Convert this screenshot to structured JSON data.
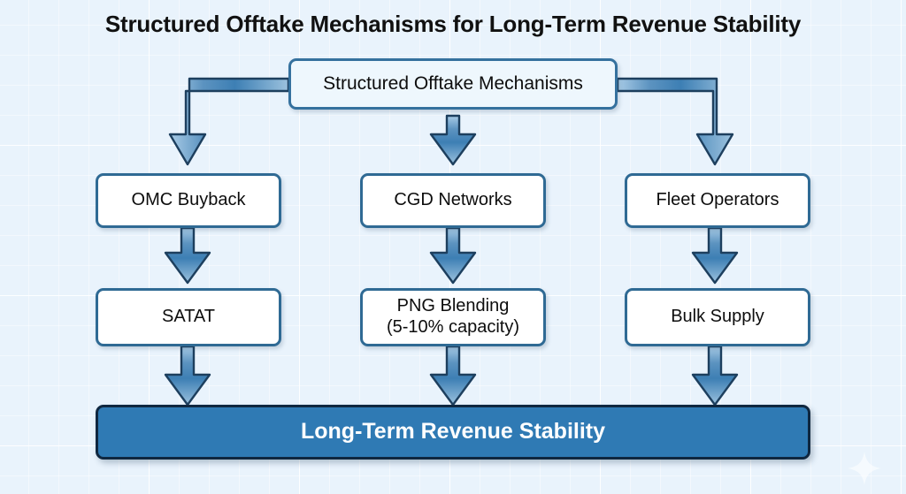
{
  "diagram": {
    "title": "Structured Offtake Mechanisms for Long-Term Revenue Stability",
    "type": "flowchart",
    "root": {
      "label": "Structured Offtake Mechanisms"
    },
    "branches": [
      {
        "column": "left",
        "stage1": "OMC Buyback",
        "stage2_line1": "SATAT",
        "stage2_line2": ""
      },
      {
        "column": "center",
        "stage1": "CGD Networks",
        "stage2_line1": "PNG Blending",
        "stage2_line2": "(5-10% capacity)"
      },
      {
        "column": "right",
        "stage1": "Fleet Operators",
        "stage2_line1": "Bulk Supply",
        "stage2_line2": ""
      }
    ],
    "outcome": {
      "label": "Long-Term Revenue Stability"
    },
    "colors": {
      "background": "#e9f3fc",
      "grid_line": "#ffffff",
      "node_border": "#2f6a94",
      "root_fill": "#eef7fd",
      "node_fill": "#ffffff",
      "banner_fill": "#2f7ab4",
      "banner_border": "#0f2740",
      "banner_text": "#ffffff",
      "arrow_fill": "#3d7fb4",
      "arrow_stroke": "#1d3f5e",
      "title_text": "#111111"
    }
  }
}
